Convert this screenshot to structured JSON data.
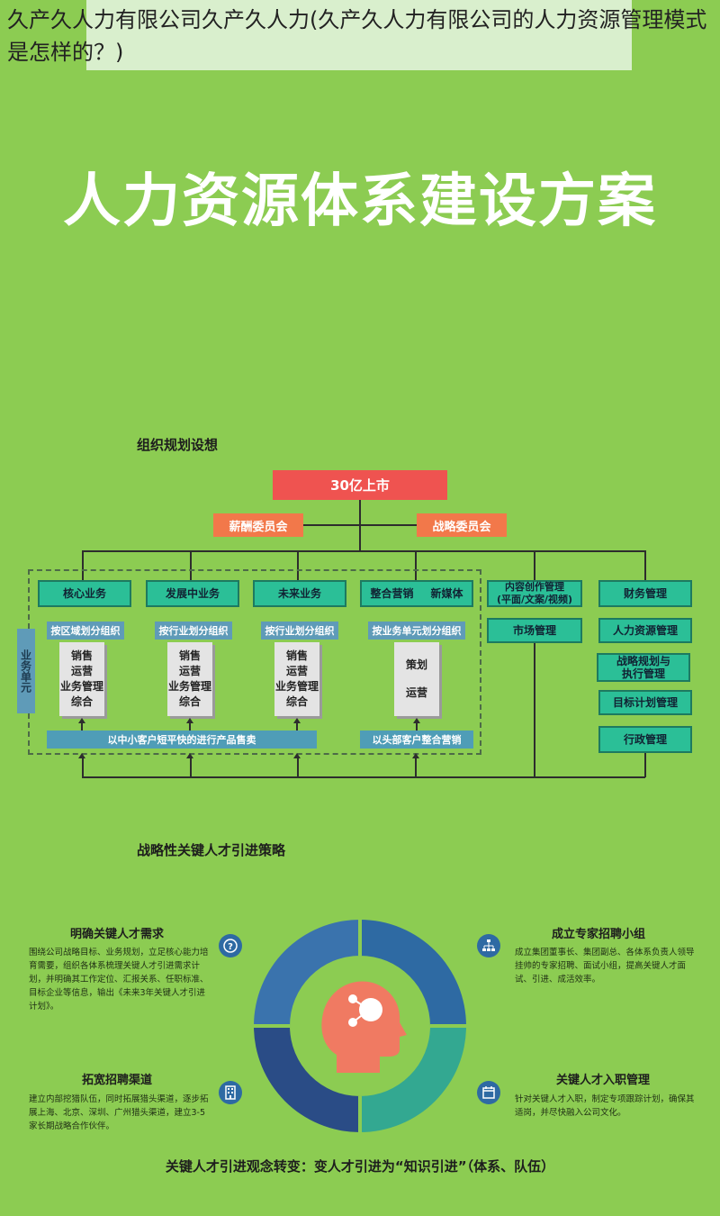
{
  "page": {
    "title": "久产久人力有限公司久产久人力(久产久人力有限公司的人力资源管理模式是怎样的？)"
  },
  "poster": {
    "title": "人力资源体系建设方案"
  },
  "org": {
    "section_title": "组织规划设想",
    "top": "30亿上市",
    "committees": [
      "薪酬委员会",
      "战略委员会"
    ],
    "business_unit_label": "业务单元",
    "units": [
      {
        "name": "核心业务",
        "division": "按区域划分组织",
        "functions": [
          "销售",
          "运营",
          "业务管理",
          "综合"
        ]
      },
      {
        "name": "发展中业务",
        "division": "按行业划分组织",
        "functions": [
          "销售",
          "运营",
          "业务管理",
          "综合"
        ]
      },
      {
        "name": "未来业务",
        "division": "按行业划分组织",
        "functions": [
          "销售",
          "运营",
          "业务管理",
          "综合"
        ]
      },
      {
        "name": "整合营销",
        "name2": "新媒体",
        "division": "按业务单元划分组织",
        "functions": [
          "策划",
          "运营"
        ]
      }
    ],
    "bottom_bars": [
      "以中小客户短平快的进行产品售卖",
      "以头部客户整合营销"
    ],
    "content_col": [
      "内容创作管理\n(平面/文案/视频)",
      "市场管理"
    ],
    "mgmt_col": [
      "财务管理",
      "人力资源管理",
      "战略规划与\n执行管理",
      "目标计划管理",
      "行政管理"
    ]
  },
  "strategy": {
    "section_title": "战略性关键人才引进策略",
    "items": [
      {
        "title": "明确关键人才需求",
        "icon": "question-icon",
        "text": "围绕公司战略目标、业务规划，立足核心能力培育需要，组织各体系梳理关键人才引进需求计划，并明确其工作定位、汇报关系、任职标准、目标企业等信息，输出《未来3年关键人才引进计划》。"
      },
      {
        "title": "成立专家招聘小组",
        "icon": "org-chart-icon",
        "text": "成立集团董事长、集团副总、各体系负责人领导挂帅的专家招聘、面试小组，提高关键人才面试、引进、成活效率。"
      },
      {
        "title": "拓宽招聘渠道",
        "icon": "building-icon",
        "text": "建立内部挖猎队伍，同时拓展猎头渠道，逐步拓展上海、北京、深圳、广州猎头渠道，建立3-5家长期战略合作伙伴。"
      },
      {
        "title": "关键人才入职管理",
        "icon": "calendar-icon",
        "text": "针对关键人才入职，制定专项跟踪计划，确保其适岗，并尽快融入公司文化。"
      }
    ],
    "bottom_note": "关键人才引进观念转变：变人才引进为“知识引进”（体系、队伍）",
    "colors": {
      "blue": "#2e6aa3",
      "teal": "#33a891",
      "navy": "#2a4c86",
      "head": "#f07a62"
    }
  }
}
